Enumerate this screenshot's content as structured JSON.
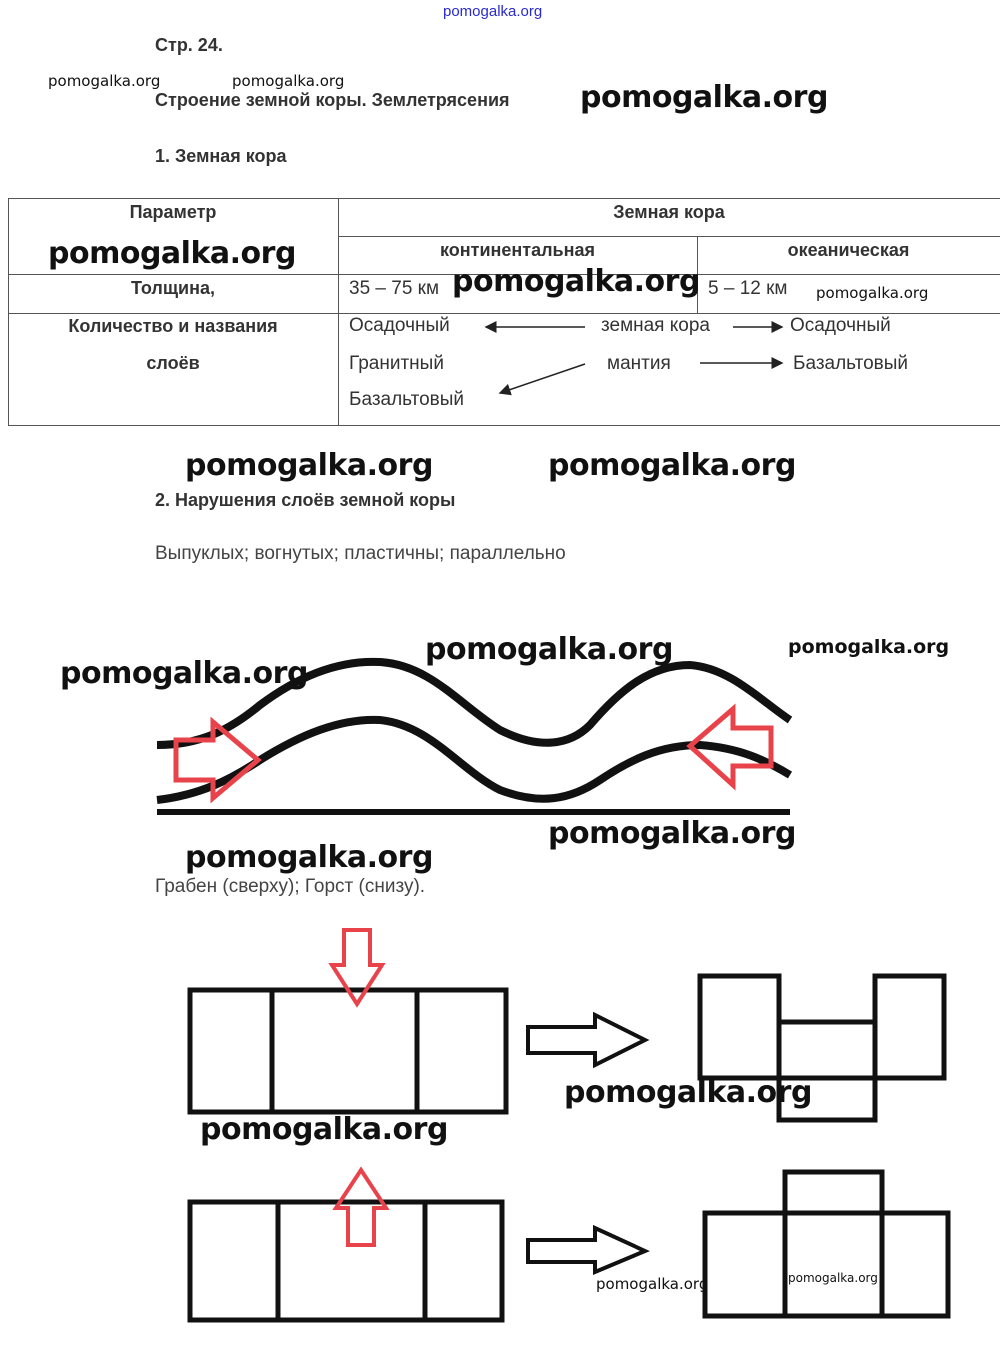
{
  "watermark": "pomogalka.org",
  "page": {
    "page_number": "Стр. 24.",
    "title": "Строение земной коры. Землетрясения",
    "section1": "1. Земная кора",
    "section2": "2. Нарушения слоёв земной коры",
    "answer2": "Выпуклых; вогнутых; пластичны; параллельно",
    "answer3": "Грабен (сверху); Горст (снизу)."
  },
  "table": {
    "header_param": "Параметр",
    "header_crust": "Земная кора",
    "sub_continental": "континентальная",
    "sub_oceanic": "океаническая",
    "row_thickness": {
      "label": "Толщина,",
      "continental": "35 – 75 км",
      "oceanic": "5 – 12 км"
    },
    "row_layers": {
      "label_line1": "Количество и названия",
      "label_line2": "слоёв",
      "continental": [
        "Осадочный",
        "Гранитный",
        "Базальтовый"
      ],
      "middle": [
        "земная кора",
        "мантия"
      ],
      "oceanic": [
        "Осадочный",
        "Базальтовый"
      ]
    }
  },
  "colors": {
    "arrow_red": "#e8434b",
    "watermark_top": "#2a2ad0"
  }
}
